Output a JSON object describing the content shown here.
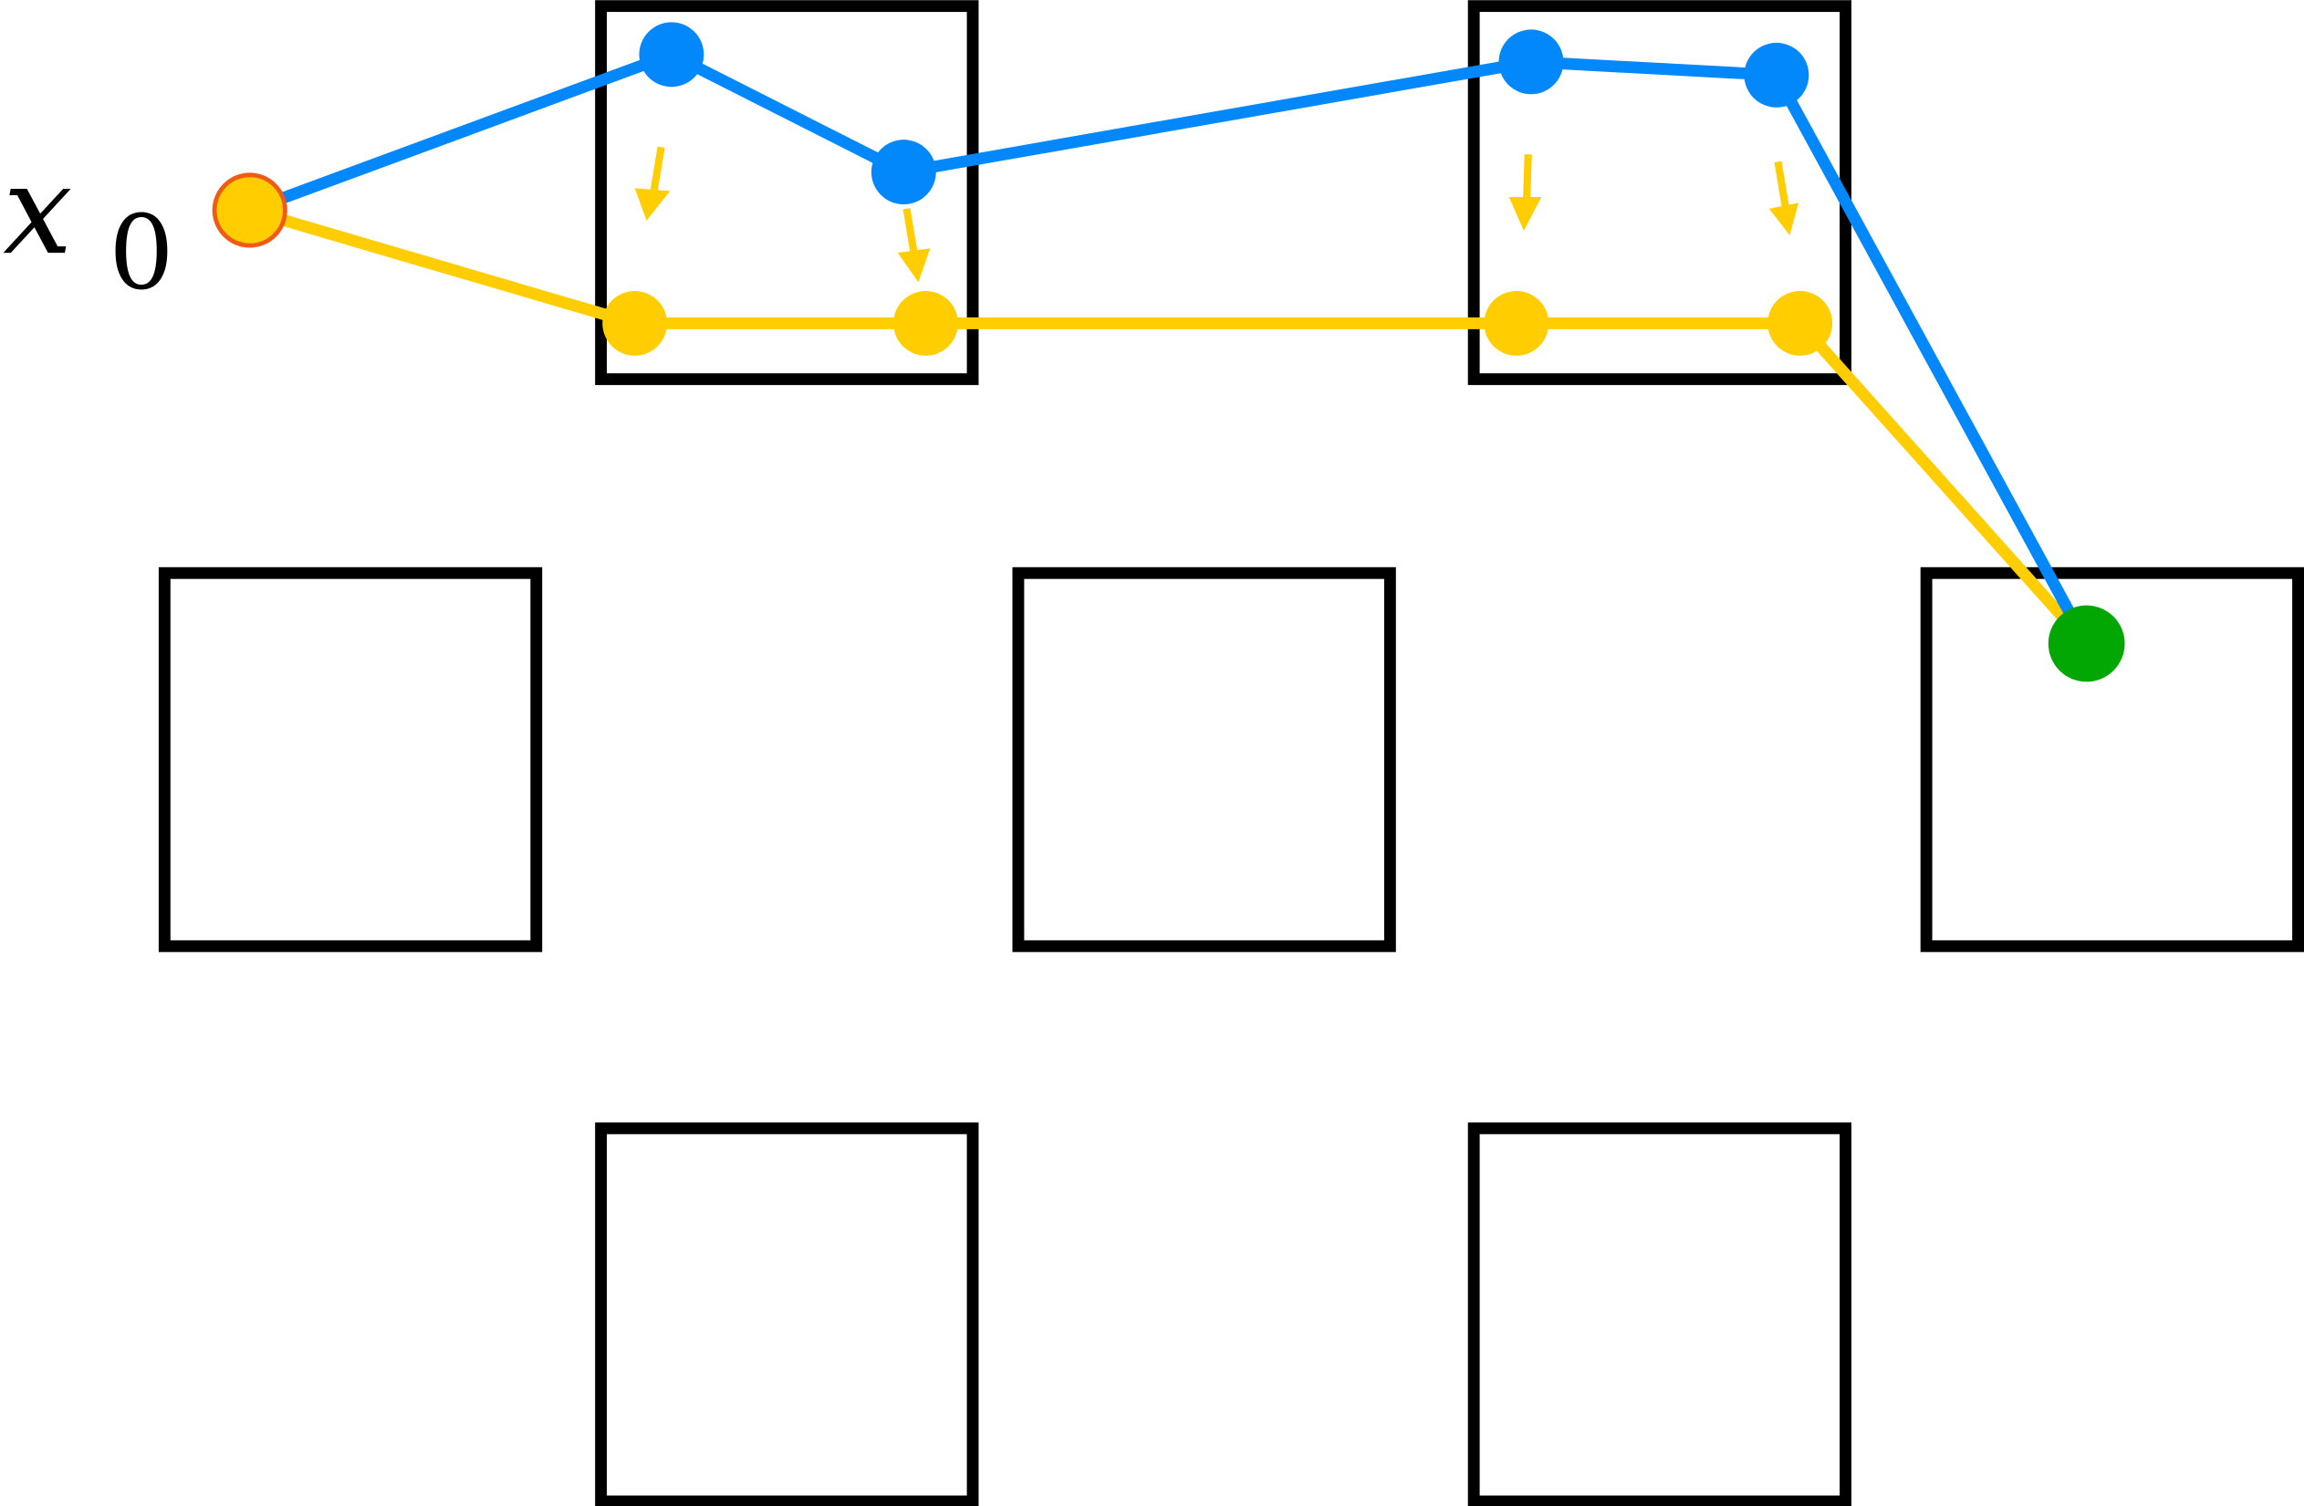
{
  "label": {
    "var": "x",
    "sub": "0"
  },
  "colors": {
    "blue": "#0388fc",
    "yellow": "#ffcd00",
    "green": "#03a703",
    "start_outline": "#f05a14",
    "box": "#000000"
  },
  "boxes": [
    {
      "id": "top-1"
    },
    {
      "id": "top-2"
    },
    {
      "id": "mid-1"
    },
    {
      "id": "mid-2"
    },
    {
      "id": "mid-3"
    },
    {
      "id": "bottom-1"
    },
    {
      "id": "bottom-2"
    }
  ],
  "paths": {
    "blue": {
      "name": "blue-trajectory"
    },
    "yellow": {
      "name": "yellow-trajectory"
    }
  },
  "nodes": {
    "start": "x0",
    "goal": "goal"
  }
}
